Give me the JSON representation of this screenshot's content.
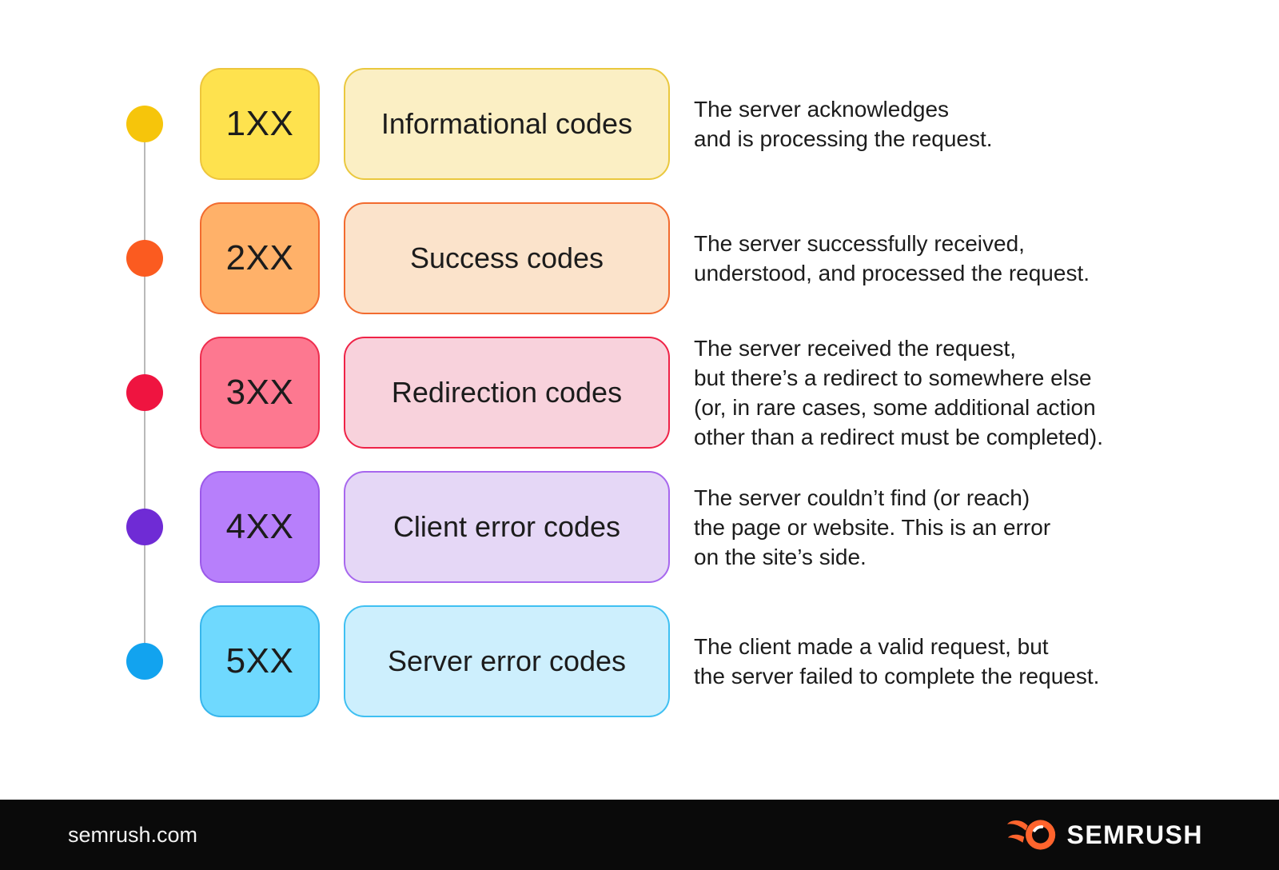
{
  "page": {
    "background": "#FFFFFF",
    "text_color": "#1C1C1C",
    "timeline_color": "#B9B9B9"
  },
  "diagram": {
    "rows": [
      {
        "code": "1XX",
        "label": "Informational codes",
        "description": "The server acknowledges\nand is processing the request.",
        "colors": {
          "dot": "#F6C50B",
          "code_bg": "#FEE24E",
          "code_border": "#EDC63C",
          "label_bg": "#FBEFC4",
          "label_border": "#EAC83E"
        }
      },
      {
        "code": "2XX",
        "label": "Success codes",
        "description": "The server successfully received,\nunderstood, and processed the request.",
        "colors": {
          "dot": "#FB5B20",
          "code_bg": "#FFB169",
          "code_border": "#F26B2F",
          "label_bg": "#FBE3CB",
          "label_border": "#F26B2F"
        }
      },
      {
        "code": "3XX",
        "label": "Redirection codes",
        "description": "The server received the request,\nbut there’s a redirect to somewhere else\n(or, in rare cases, some additional action\nother than a redirect must be completed).",
        "colors": {
          "dot": "#EF1440",
          "code_bg": "#FD7890",
          "code_border": "#EE2D4E",
          "label_bg": "#F8D2DC",
          "label_border": "#EF2347"
        }
      },
      {
        "code": "4XX",
        "label": "Client error codes",
        "description": "The server couldn’t find (or reach)\nthe page or website. This is an error\non the site’s side.",
        "colors": {
          "dot": "#6F2BD5",
          "code_bg": "#B77FFB",
          "code_border": "#9B59E9",
          "label_bg": "#E5D7F6",
          "label_border": "#A767EE"
        }
      },
      {
        "code": "5XX",
        "label": "Server error codes",
        "description": "The client made a valid request, but\nthe server failed to complete the request.",
        "colors": {
          "dot": "#12A3EF",
          "code_bg": "#6FD9FE",
          "code_border": "#38B6EC",
          "label_bg": "#CDEFFD",
          "label_border": "#3FC0F2"
        }
      }
    ]
  },
  "footer": {
    "website": "semrush.com",
    "brand": "SEMRUSH",
    "accent": "#FF642D",
    "background": "#0A0A0A"
  }
}
